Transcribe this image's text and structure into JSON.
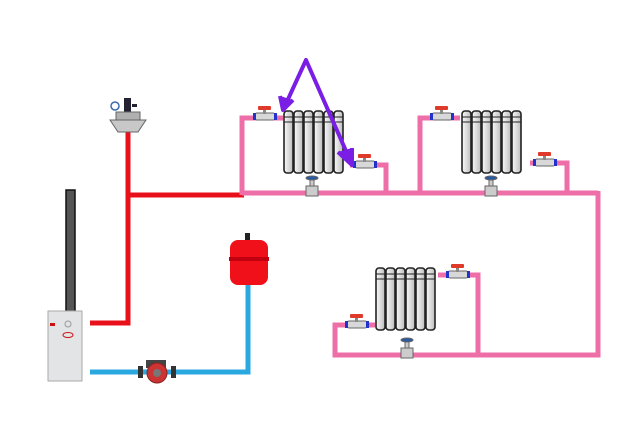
{
  "colors": {
    "supply_pipe": "#e8101a",
    "loop_pipe": "#ee6fa8",
    "return_pipe": "#2aa8e0",
    "flow_arrow": "#7a1ee6",
    "expansion_tank": "#f0101a",
    "radiator": "#e6e6e6",
    "boiler": "#e2e4e6"
  },
  "components": [
    "boiler",
    "chimney",
    "air-vent",
    "expansion-tank",
    "circulation-pump",
    "radiator",
    "radiator",
    "radiator"
  ]
}
